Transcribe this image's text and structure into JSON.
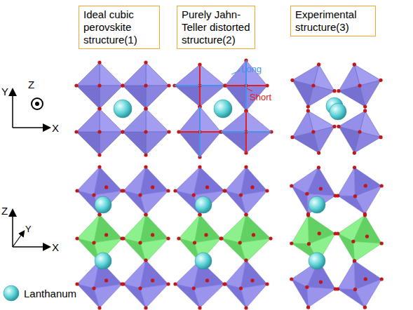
{
  "diagram": {
    "nodes": [
      {
        "text": [
          "Ideal cubic perovskite structure(1)"
        ]
      },
      {
        "text": [
          "Purely Jahn-Teller distorted structure(2)"
        ]
      },
      {
        "text": [
          "Experimental structure(3)"
        ]
      }
    ],
    "labels": [
      "Long",
      "Short",
      "Y",
      "X",
      "Z",
      "Z",
      "Y",
      "X"
    ],
    "legend": [
      {
        "text": "Lanthanum",
        "color": "#5fd3d8"
      }
    ]
  }
}
